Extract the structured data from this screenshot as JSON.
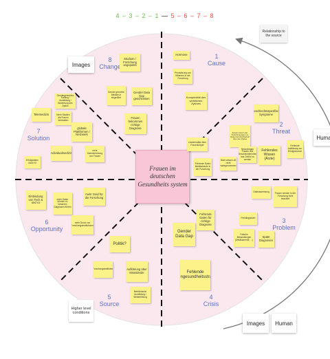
{
  "sequence": {
    "green": "4 – 3 – 2 – 1",
    "dash": "—",
    "red": "5 – 6 – 7 – 8"
  },
  "colors": {
    "circle_fill": "#fbe8ef",
    "sticky": "#fbf28a",
    "center": "#f8c6d6",
    "label": "#5b6fc4",
    "green": "#6cc04a",
    "red": "#e74c3c"
  },
  "center_title": "Frauen im deutschen Gesundheits system",
  "relationship_note": "Relationship to the source",
  "higher_levels_note": "Higher level conditions",
  "side_cards": {
    "images_top": "Images",
    "human_right": "Huma",
    "images_bottom": "Images",
    "human_bottom": "Human"
  },
  "segments": [
    {
      "num": "1",
      "name": "Cause"
    },
    {
      "num": "2",
      "name": "Threat"
    },
    {
      "num": "3",
      "name": "Problem"
    },
    {
      "num": "4",
      "name": "Crisis"
    },
    {
      "num": "5",
      "name": "Source"
    },
    {
      "num": "6",
      "name": "Opportunity"
    },
    {
      "num": "7",
      "name": "Solution"
    },
    {
      "num": "8",
      "name": "Change"
    }
  ],
  "notes": [
    "Hormone",
    "Priorisierung von Männern in der Forschung",
    "Komplexität des weiblichen Zyklues",
    "Geschlechtsspezifisch Symptome",
    "Frauen sind in der Forschung kaum zu finden da Unsicherheit über den Zyklus",
    "Fehlendes Wissen (Ärzte)",
    "Fehlende Aufklärung zur Erfolgschance",
    "Lückenhaftes über Frauenkörper",
    "Nebenfolgen Frauen und Geschlechterrollen das Gefühl zu werden",
    "Fehlende Daten Medikamente in der Forschung",
    "Nicht wissen oft nicht wahrgenommen",
    "Datensammlung",
    "Frauen werden in der Forschung nicht beachtet",
    "Fehlende Daten für richtige Diagnose",
    "Fehldiagnosen",
    "Falsche Behandlungen (Medikamente, ...)",
    "Späte Diagnosen",
    "Gender Data Gap",
    "Fehlende Frauengesundheitsstrategie",
    "Forschungsinstitution",
    "Aufklärung über Missstände",
    "Medizinische Ausbildung / Weiterbildung",
    "Politik?",
    "Einbindung von Tech & und co",
    "mehr Daten können zu besseren Diagnosen führen",
    "mehr Geld für die Forschung",
    "mehr Druck von Forschungsinstitutionen",
    "Telemedizin",
    "Gendergerechtes Training / Ausbildung / Bewertung des Zyklus",
    "Mehr Studien die Frauen beinhalten",
    "globale Plattformen / Netzwerk",
    "Individualmedizin",
    "mehr Datenerhebung von Frauen",
    "Erfolgsdaten durch KI",
    "Studium / Forschung angepasst",
    "Gender gerechte Medizin in eingeführt",
    "Gender Data Gap geschlossen",
    "Frauen bekommen richtige Diagnose"
  ]
}
